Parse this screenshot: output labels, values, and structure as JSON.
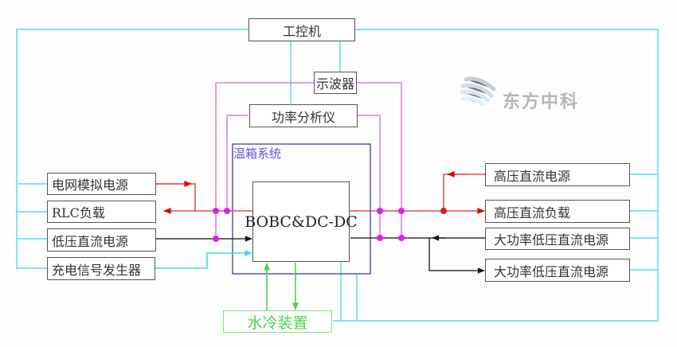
{
  "diagram": {
    "watermark": "东方中科",
    "top": {
      "ipc": "工控机",
      "oscilloscope": "示波器",
      "power_analyzer": "功率分析仪"
    },
    "chamber_label": "温箱系统",
    "dut": "BOBC&DC-DC",
    "left": [
      "电网模拟电源",
      "RLC负载",
      "低压直流电源",
      "充电信号发生器"
    ],
    "right": [
      "高压直流电源",
      "高压直流负载",
      "大功率低压直流电源",
      "大功率低压直流电源"
    ],
    "cooling": "水冷装置",
    "colors": {
      "comm": "#7fe6ea",
      "measure": "#e080e6",
      "ac_hv": "#e05050",
      "arrow_red": "#e00000",
      "lv": "#222222",
      "signal": "#40d8f0",
      "cooling": "#4cd24c",
      "chamber": "#4a4aaa",
      "node": "#e020e0"
    }
  }
}
